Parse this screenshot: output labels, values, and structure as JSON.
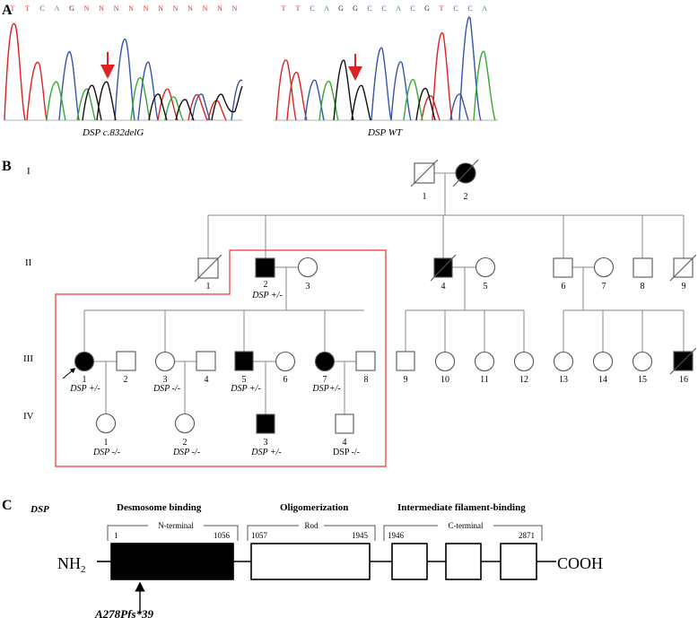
{
  "panels": {
    "a": "A",
    "b": "B",
    "c": "C"
  },
  "chromatograms": {
    "mutant": {
      "caption": "DSP c.832delG",
      "bases": [
        {
          "b": "T",
          "c": "#d33"
        },
        {
          "b": "T",
          "c": "#d33"
        },
        {
          "b": "C",
          "c": "#35a"
        },
        {
          "b": "A",
          "c": "#3a3"
        },
        {
          "b": "G",
          "c": "#222"
        },
        {
          "b": "N",
          "c": "#d33"
        },
        {
          "b": "N",
          "c": "#d33"
        },
        {
          "b": "N",
          "c": "#d33"
        },
        {
          "b": "N",
          "c": "#d33"
        },
        {
          "b": "N",
          "c": "#d33"
        },
        {
          "b": "N",
          "c": "#d33"
        },
        {
          "b": "N",
          "c": "#d33"
        },
        {
          "b": "N",
          "c": "#d33"
        },
        {
          "b": "N",
          "c": "#d33"
        },
        {
          "b": "N",
          "c": "#d33"
        },
        {
          "b": "N",
          "c": "#d33"
        }
      ]
    },
    "wildtype": {
      "caption": "DSP WT",
      "bases": [
        {
          "b": "T",
          "c": "#d33"
        },
        {
          "b": "T",
          "c": "#d33"
        },
        {
          "b": "C",
          "c": "#35a"
        },
        {
          "b": "A",
          "c": "#3a3"
        },
        {
          "b": "G",
          "c": "#222"
        },
        {
          "b": "G",
          "c": "#222"
        },
        {
          "b": "C",
          "c": "#35a"
        },
        {
          "b": "C",
          "c": "#35a"
        },
        {
          "b": "A",
          "c": "#3a3"
        },
        {
          "b": "C",
          "c": "#35a"
        },
        {
          "b": "G",
          "c": "#222"
        },
        {
          "b": "T",
          "c": "#d33"
        },
        {
          "b": "C",
          "c": "#35a"
        },
        {
          "b": "C",
          "c": "#35a"
        },
        {
          "b": "A",
          "c": "#3a3"
        }
      ]
    }
  },
  "pedigree": {
    "generations": [
      "I",
      "II",
      "III",
      "IV"
    ],
    "members": {
      "I1": "1",
      "I2": "2",
      "II1": "1",
      "II2": "2",
      "II3": "3",
      "II4": "4",
      "II5": "5",
      "II6": "6",
      "II7": "7",
      "II8": "8",
      "II9": "9",
      "III1": "1",
      "III2": "2",
      "III3": "3",
      "III4": "4",
      "III5": "5",
      "III6": "6",
      "III7": "7",
      "III8": "8",
      "III9": "9",
      "III10": "10",
      "III11": "11",
      "III12": "12",
      "III13": "13",
      "III14": "14",
      "III15": "15",
      "III16": "16",
      "IV1": "1",
      "IV2": "2",
      "IV3": "3",
      "IV4": "4"
    },
    "genotypes": {
      "II2": "DSP +/-",
      "III1": "DSP +/-",
      "III3": "DSP -/-",
      "III5": "DSP +/-",
      "III7": "DSP+/-",
      "IV1": "DSP -/-",
      "IV2": "DSP -/-",
      "IV3": "DSP +/-",
      "IV4": "DSP -/-"
    }
  },
  "protein": {
    "gene": "DSP",
    "nterm": "NH",
    "nterm_sub": "2",
    "cterm": "COOH",
    "functions": [
      "Desmosome binding",
      "Oligomerization",
      "Intermediate filament-binding"
    ],
    "domains": [
      {
        "name": "N-terminal",
        "start": "1",
        "end": "1056"
      },
      {
        "name": "Rod",
        "start": "1057",
        "end": "1945"
      },
      {
        "name": "C-terminal",
        "start": "1946",
        "end": "2871"
      }
    ],
    "mutation": "A278Pfs*39"
  }
}
